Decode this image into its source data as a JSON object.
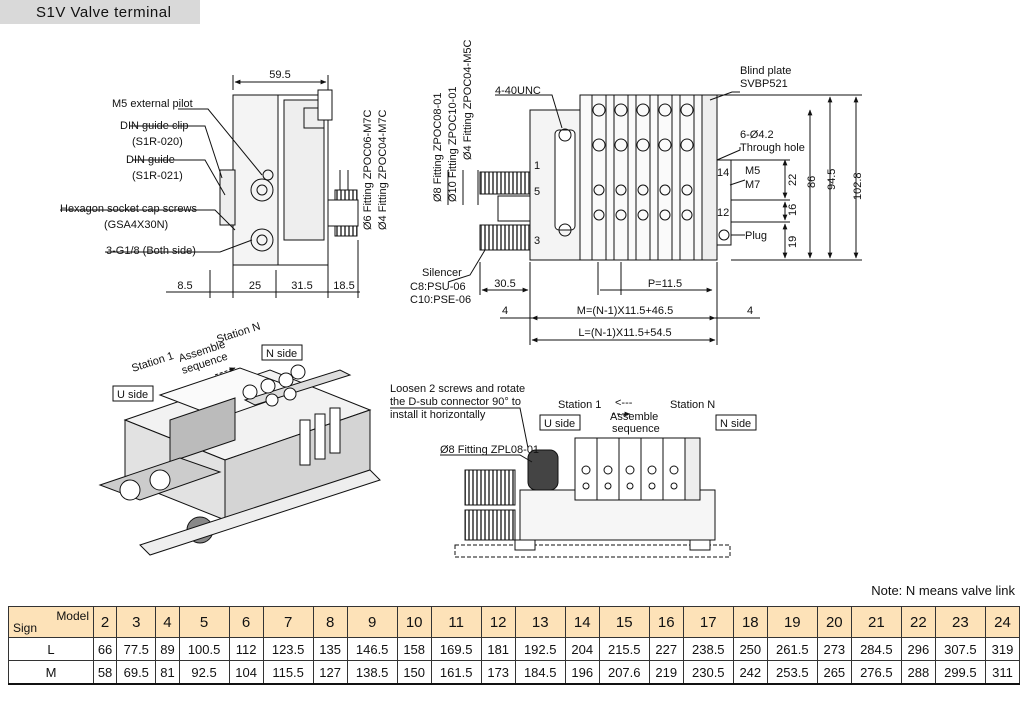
{
  "title": "S1V Valve terminal",
  "left_view": {
    "width_dim": "59.5",
    "callouts": [
      "M5 external pilot",
      "DIN guide clip",
      "(S1R-020)",
      "DIN guide",
      "(S1R-021)",
      "Hexagon socket cap screws",
      "(GSA4X30N)",
      "3-G1/8 (Both side)"
    ],
    "fittings": [
      "Ø6  Fitting  ZPOC06-M7C",
      "Ø4  Fitting  ZPOC04-M7C"
    ],
    "bottom_dims": [
      "8.5",
      "25",
      "31.5",
      "18.5"
    ]
  },
  "right_view": {
    "fittings": [
      "Ø8  Fitting ZPOC08-01",
      "Ø10 Fitting ZPOC10-01",
      "Ø4  Fitting ZPOC04-M5C"
    ],
    "connector": "4-40UNC",
    "blind_plate": [
      "Blind plate",
      "SVBP521"
    ],
    "hole": [
      "6-Ø4.2",
      "Through hole"
    ],
    "threads": [
      "M5",
      "M7"
    ],
    "plug": "Plug",
    "ports": [
      "1",
      "5",
      "3",
      "14",
      "12"
    ],
    "right_dims": [
      "22",
      "16",
      "19",
      "86",
      "94.5",
      "102.8"
    ],
    "silencer": [
      "Silencer",
      "C8:PSU-06",
      "C10:PSE-06"
    ],
    "bottom_dims": [
      "30.5",
      "P=11.5",
      "4",
      "M=(N-1)X11.5+46.5",
      "4",
      "L=(N-1)X11.5+54.5"
    ]
  },
  "iso_view": {
    "labels": [
      "Station 1",
      "Station N",
      "Assemble",
      "sequence",
      "U side",
      "N side"
    ]
  },
  "front_view": {
    "note": [
      "Loosen 2 screws and rotate",
      "the D-sub connector 90° to",
      "install it horizontally"
    ],
    "fitting": "Ø8 Fitting ZPL08-01",
    "labels": [
      "Station 1",
      "Station N",
      "Assemble",
      "sequence",
      "U side",
      "N side"
    ],
    "arrow": "<---"
  },
  "note": "Note: N means valve link",
  "table": {
    "corner_model": "Model",
    "corner_sign": "Sign",
    "columns": [
      "2",
      "3",
      "4",
      "5",
      "6",
      "7",
      "8",
      "9",
      "10",
      "11",
      "12",
      "13",
      "14",
      "15",
      "16",
      "17",
      "18",
      "19",
      "20",
      "21",
      "22",
      "23",
      "24"
    ],
    "rows": [
      {
        "sign": "L",
        "values": [
          "66",
          "77.5",
          "89",
          "100.5",
          "112",
          "123.5",
          "135",
          "146.5",
          "158",
          "169.5",
          "181",
          "192.5",
          "204",
          "215.5",
          "227",
          "238.5",
          "250",
          "261.5",
          "273",
          "284.5",
          "296",
          "307.5",
          "319"
        ]
      },
      {
        "sign": "M",
        "values": [
          "58",
          "69.5",
          "81",
          "92.5",
          "104",
          "115.5",
          "127",
          "138.5",
          "150",
          "161.5",
          "173",
          "184.5",
          "196",
          "207.6",
          "219",
          "230.5",
          "242",
          "253.5",
          "265",
          "276.5",
          "288",
          "299.5",
          "311"
        ]
      }
    ]
  }
}
